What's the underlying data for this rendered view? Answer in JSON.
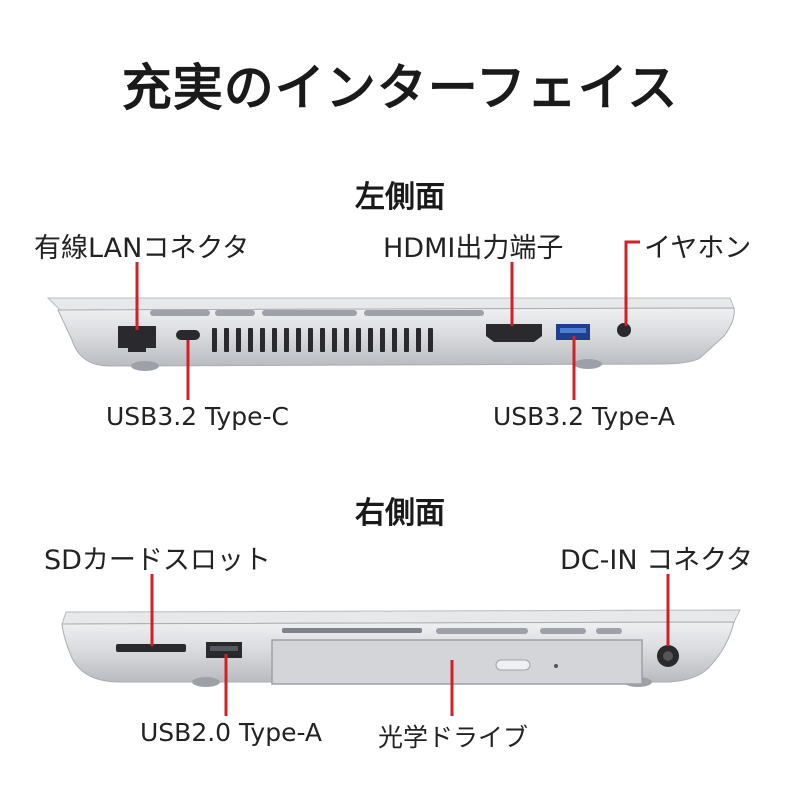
{
  "title": "充実のインターフェイス",
  "left_side": {
    "heading": "左側面",
    "labels": {
      "lan": "有線LANコネクタ",
      "hdmi": "HDMI出力端子",
      "earphone": "イヤホン",
      "usb_c": "USB3.2 Type-C",
      "usb_a": "USB3.2 Type-A"
    }
  },
  "right_side": {
    "heading": "右側面",
    "labels": {
      "sd": "SDカードスロット",
      "dc_in": "DC-IN コネクタ",
      "usb2": "USB2.0 Type-A",
      "optical": "光学ドライブ"
    }
  },
  "colors": {
    "accent": "#d0202a",
    "chassis": "#d9dbde",
    "chassis_dark": "#b9bcc1",
    "port": "#2a2a2e"
  }
}
